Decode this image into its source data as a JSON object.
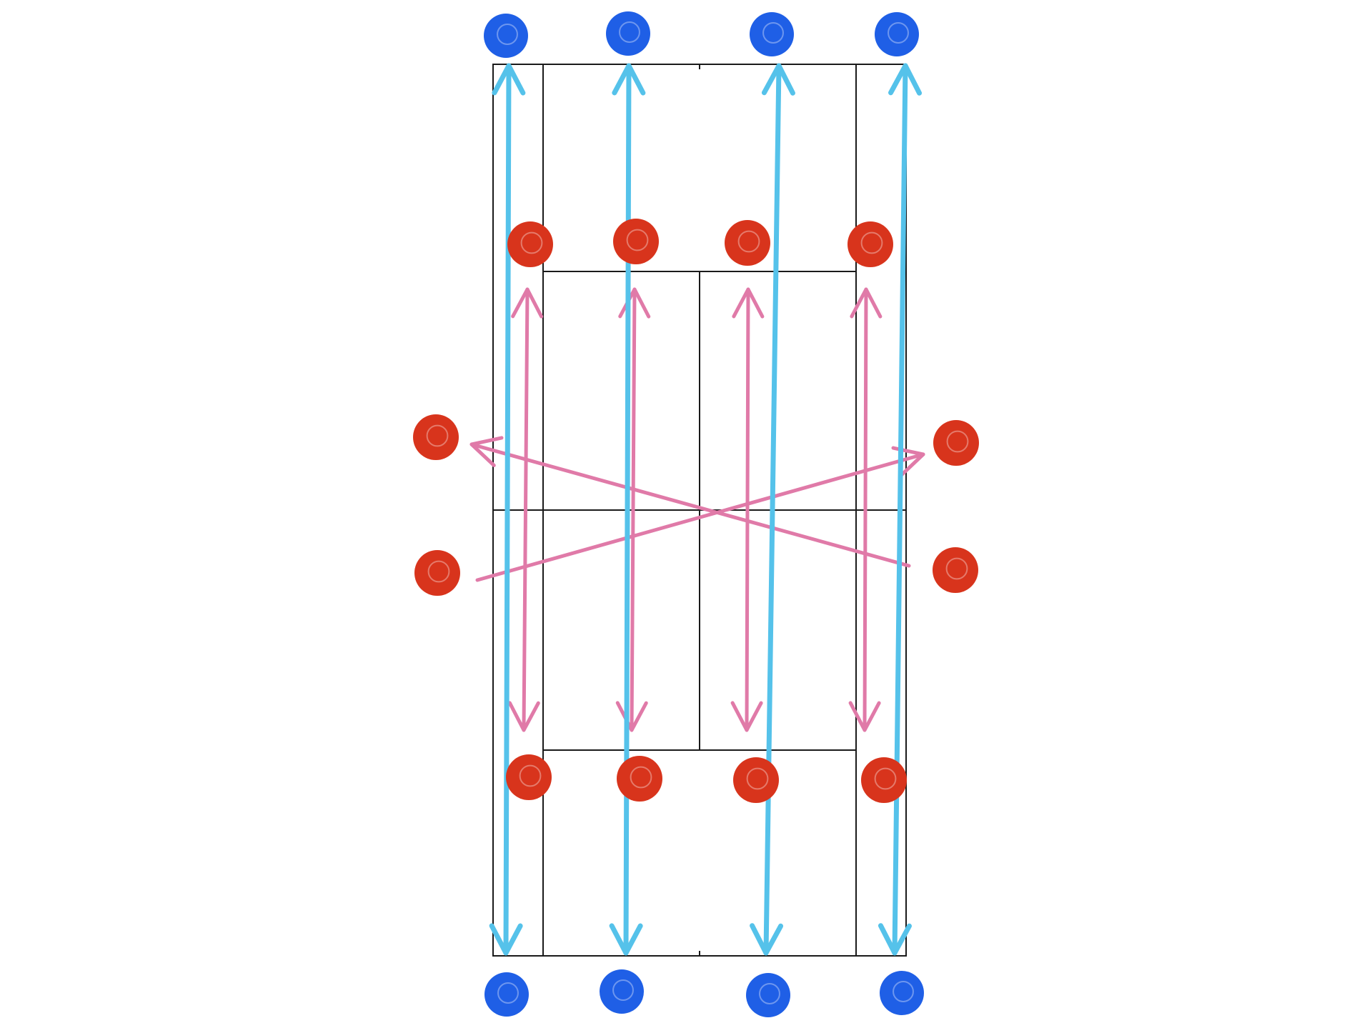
{
  "diagram": {
    "colors": {
      "court_line": "#1a1a1a",
      "outer_player": "#1f5fe6",
      "inner_player": "#d8341c",
      "outer_route": "#55c2ea",
      "inner_route": "#e07aa8"
    },
    "marker_groups": [
      {
        "name": "outer-players",
        "color_key": "outer_player",
        "count": 8
      },
      {
        "name": "inner-players",
        "color_key": "inner_player",
        "count": 12
      }
    ],
    "route_groups": [
      {
        "name": "outer-lane-routes",
        "color_key": "outer_route",
        "style": "double-headed",
        "count": 4
      },
      {
        "name": "inner-lane-routes",
        "color_key": "inner_route",
        "style": "double-headed",
        "count": 4
      },
      {
        "name": "cross-routes",
        "color_key": "inner_route",
        "style": "single-headed",
        "count": 2
      }
    ]
  }
}
